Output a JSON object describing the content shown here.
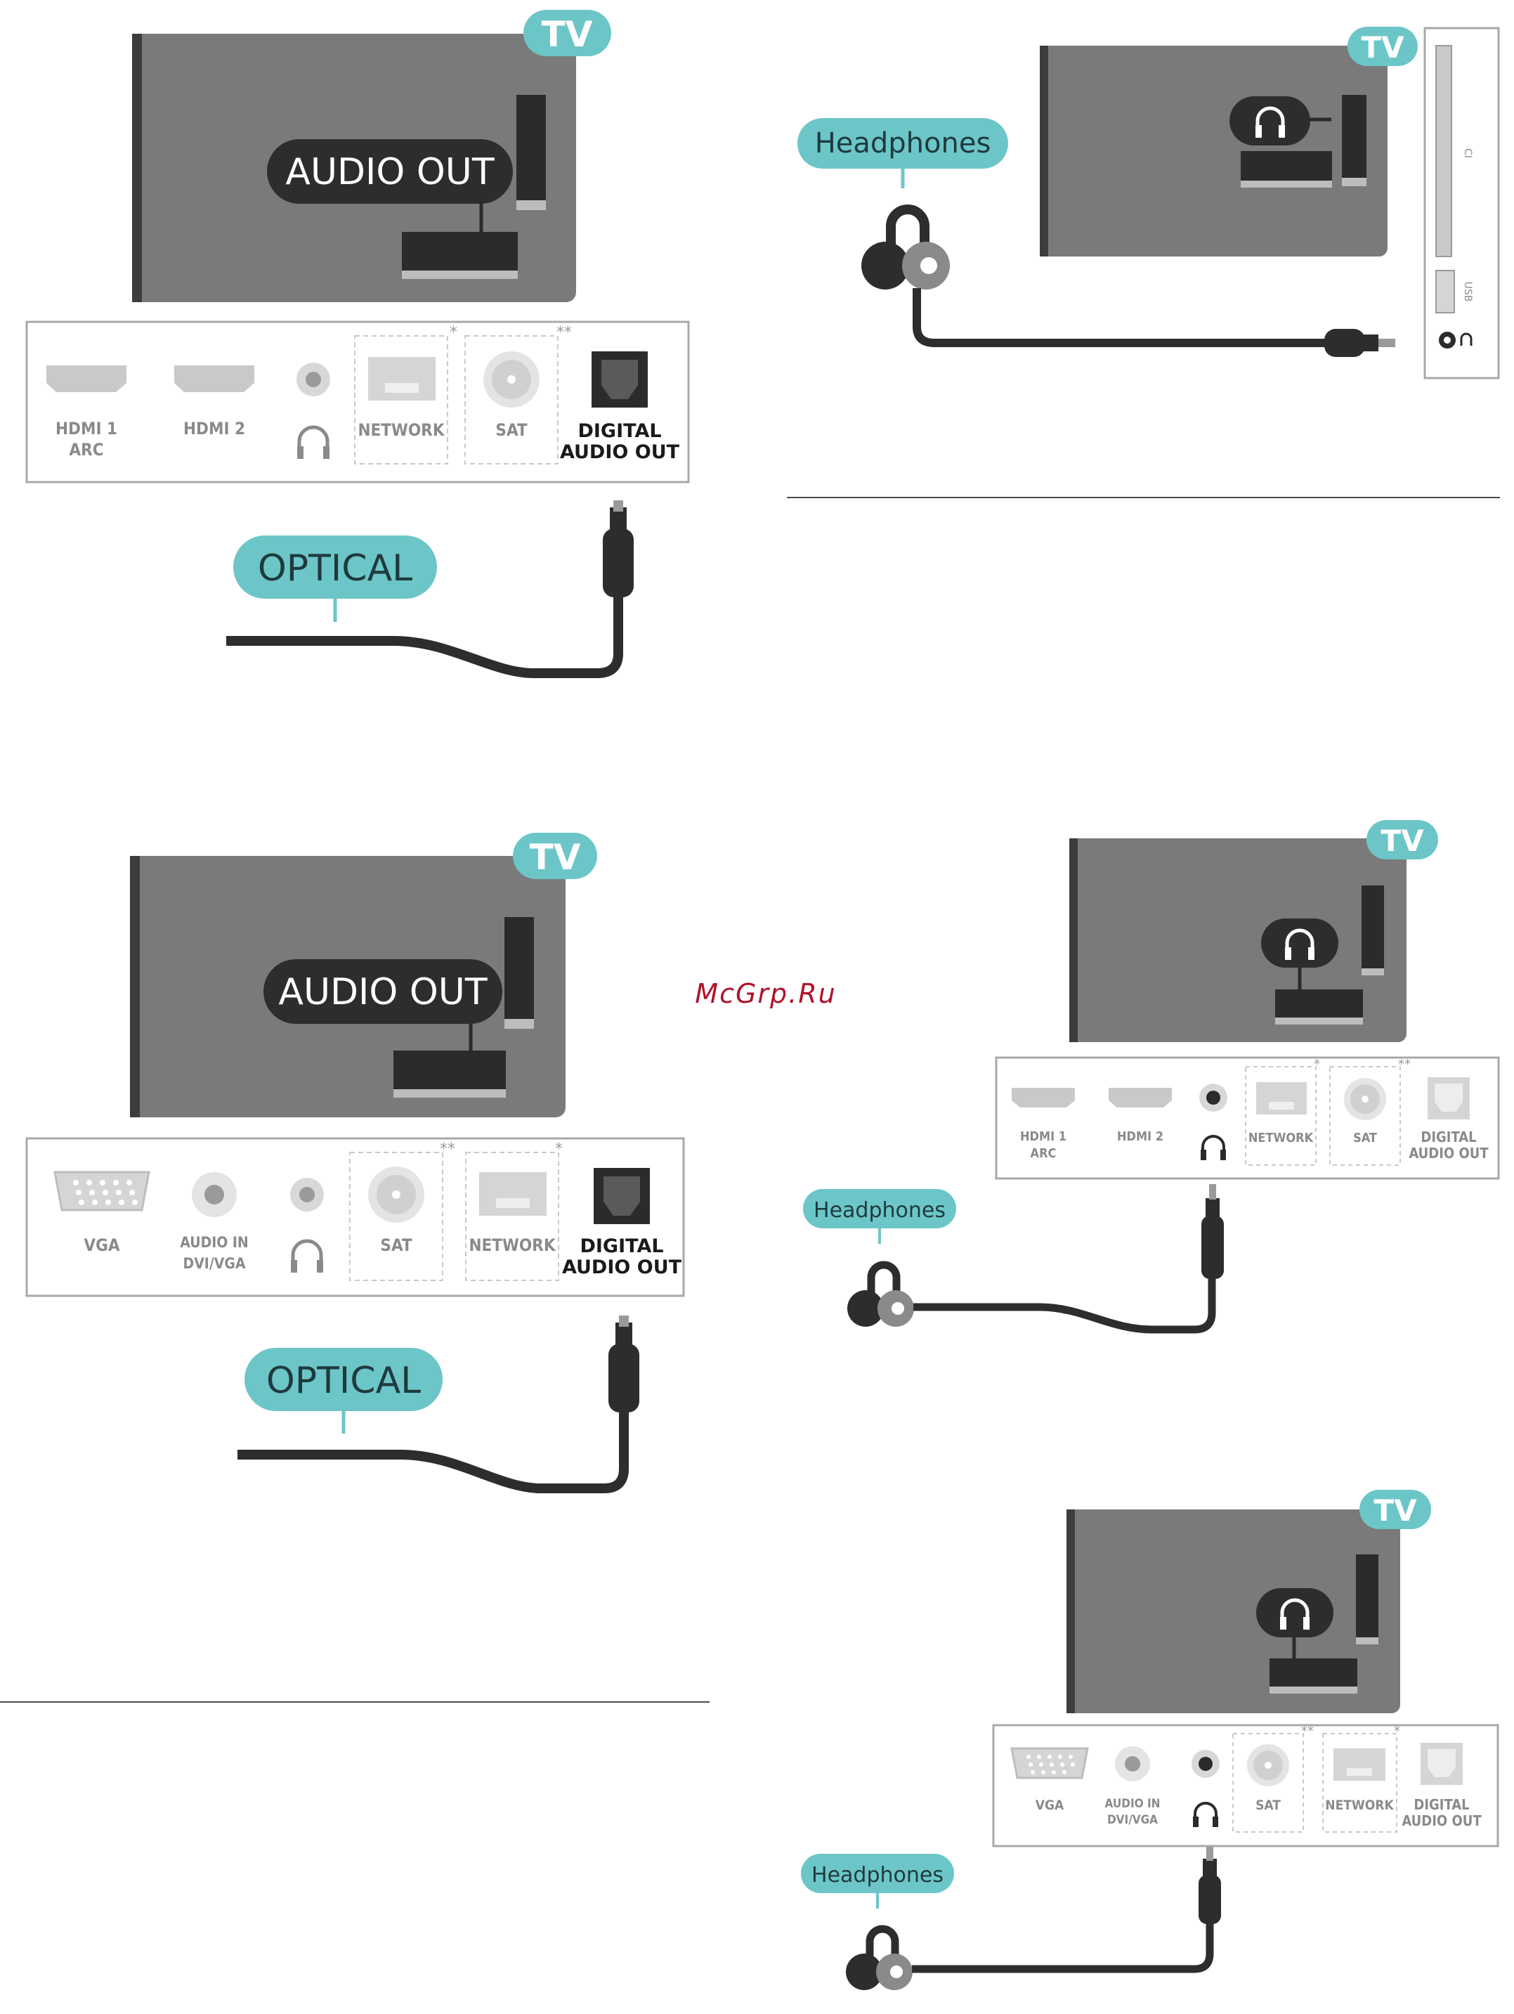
{
  "watermark": "McGrp.Ru",
  "badges": {
    "tv": "TV"
  },
  "labels": {
    "audio_out": "AUDIO OUT",
    "optical": "OPTICAL",
    "headphones": "Headphones"
  },
  "ports": {
    "hdmi1_line1": "HDMI 1",
    "hdmi1_line2": "ARC",
    "hdmi2": "HDMI 2",
    "network": "NETWORK",
    "sat": "SAT",
    "digital_line1": "DIGITAL",
    "digital_line2": "AUDIO OUT",
    "vga": "VGA",
    "audio_in_line1": "AUDIO IN",
    "audio_in_line2": "DVI/VGA",
    "usb": "USB",
    "ci": "CI",
    "asterisk_single": "*",
    "asterisk_double": "**"
  },
  "colors": {
    "tv_body": "#7a7a7a",
    "tv_edge": "#3c3c3c",
    "teal": "#6cc6c8",
    "dark": "#2b2d2e",
    "panel_border": "#a8a8a8",
    "port_gray": "#c9c9c9"
  }
}
